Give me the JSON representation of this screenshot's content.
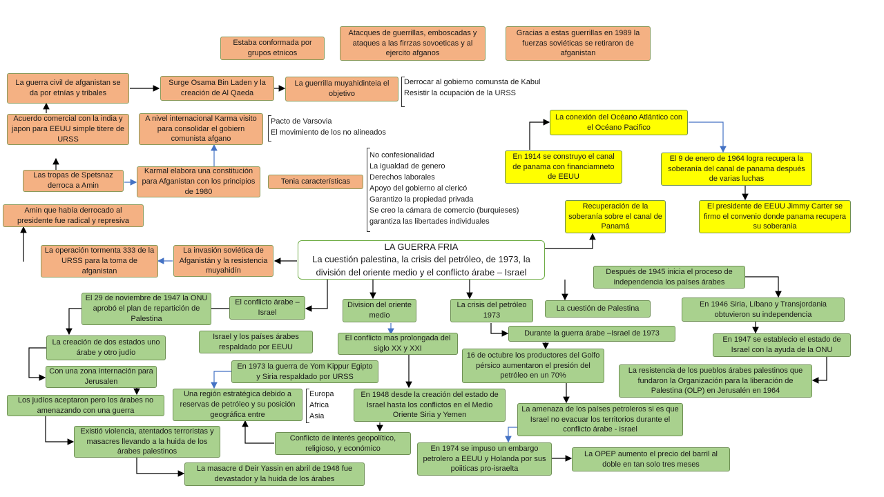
{
  "nodes": {
    "conformada": "Estaba conformada por grupos etnicos",
    "atacques": "Atacques de guerrillas, emboscadas y ataques a las firrzas sovoeticas y al ejercito afganos",
    "gracias": "Gracias a estas guerrillas en 1989 la fuerzas soviéticas se retiraron de afganistan",
    "guerra_civil": "La guerra civil de afganistan se da por etnías y tribales",
    "osama": "Surge  Osama Bin Laden y la creación de Al Qaeda",
    "muyahidin": "La guerrilla muyahidinteia el objetivo",
    "acuerdo": "Acuerdo comercial con la india y japon para EEUU simple titere de URSS",
    "karma": "A nivel internacional Karma visito para consolidar el gobiern comunista afgano",
    "tropas": "Las tropas de Spetsnaz derroca a Amin",
    "karmal": "Karmal elabora una constitución para Afganistan con los principios de 1980",
    "tenia": "Tenia características",
    "amin": "Amin que había derrocado al presidente fue radical y represiva",
    "tormenta": "La operación tormenta 333 de la URSS para la toma de afganistan",
    "invasion": "La invasión soviética de Afganistán y la resistencia muyahidín",
    "main_title": "LA GUERRA FRIA",
    "main_sub": "La cuestión palestina, la crisis del petróleo, de 1973, la división del oriente medio  y el conflicto árabe – Israel",
    "conexion": "La conexión del Océano Atlántico con el Océano Pacifico",
    "en1914": "En 1914 se construyo el canal de panama  con financiamneto de EEUU",
    "nueve_enero": "El 9 de enero de 1964 logra recupera la soberanía del canal de panama  después de varias luchas",
    "recuperacion": "Recuperación de la soberanía sobre el canal de Panamá",
    "carter": "El presidente de EEUU  Jimmy  Carter se firmo el convenio donde panama recupera su soberania",
    "despues1945": "Después de 1945 inicia el proceso de independencia  los países árabes",
    "cuestion": "La cuestión de Palestina",
    "en1946": "En 1946 Siria, Líbano y Transjordania obtuvieron su independencia",
    "en1947": "En 1947 se establecio el estado de Israel con la ayuda de la ONU",
    "resistencia": "La resistencia de los pueblos árabes palestinos que fundaron la Organización para la liberación de Palestina (OLP) en Jerusalén en 1964",
    "onu1947": "El 29 de noviembre de 1947 la ONU aprobó el plan de repartición de Palestina",
    "conflicto_arabe": "El conflicto árabe – Israel",
    "division": "Division del oriente medio",
    "crisis": "La crisis del petróleo 1973",
    "israel_paises": "Israel y los  países  árabes respaldado por EEUU",
    "prolongada": "El conflicto mas prolongada del siglo XX y XXI",
    "durante": "Durante la guerra árabe –Israel de 1973",
    "dos_estados": "La creación de dos estados uno árabe y otro judío",
    "yom_kippur": "En 1973 la guerra de Yom  Kippur Egipto y Siria respaldado por URSS",
    "octubre": "16 de octubre los productores del Golfo pérsico aumentaron el presión del petróleo en un 70%",
    "zona": "Con una zona internación para Jerusalen",
    "region": "Una región estratégica debido a reservas de petróleo  y su posición geográfica entre",
    "en1948": "En 1948 desde la creación del estado de Israel hasta  los conflictos en el Medio Oriente Siria y Yemen",
    "judios": "Los judíos aceptaron pero los árabes no amenazando  con una guerra",
    "amenaza": "La amenaza  de los países petroleros si es que Israel no evacuar los territorios durante el conflicto árabe - israel",
    "existio": "Existió violencia, atentados terroristas y masacres llevando a la huida de los árabes palestinos",
    "interes": "Conflicto de interés geopolítico, religioso, y económico",
    "en1974": "En 1974 se impuso un embargo petrolero a EEUU  y Holanda por sus poiiticas pro-israelta",
    "opep": "La OPEP aumento el precio del barril al doble en tan solo tres meses",
    "deir": "La masacre d Deir Yassin en abril de 1948 fue devastador y la huida de los árabes"
  },
  "lists": {
    "objetivos": [
      "Derrocar al gobierno comunsta de Kabul",
      "Resistir la ocupación de la URSS"
    ],
    "pacto": [
      "Pacto de Varsovia",
      "El movimiento  de los no alineados"
    ],
    "caracteristicas": [
      "No confesionalidad",
      "La igualdad de genero",
      "Derechos laborales",
      "Apoyo del gobierno al clericó",
      "Garantizo la propiedad privada",
      "Se creo la cámara de comercio  (burquieses)",
      "garantiza  las libertades individuales"
    ],
    "continentes": [
      "Europa",
      "Africa",
      "Asia"
    ]
  },
  "colors": {
    "orange": "#f4b183",
    "green": "#a9d18e",
    "yellow": "#ffff00",
    "arrow": "#000000",
    "blue_arrow": "#4472c4"
  }
}
